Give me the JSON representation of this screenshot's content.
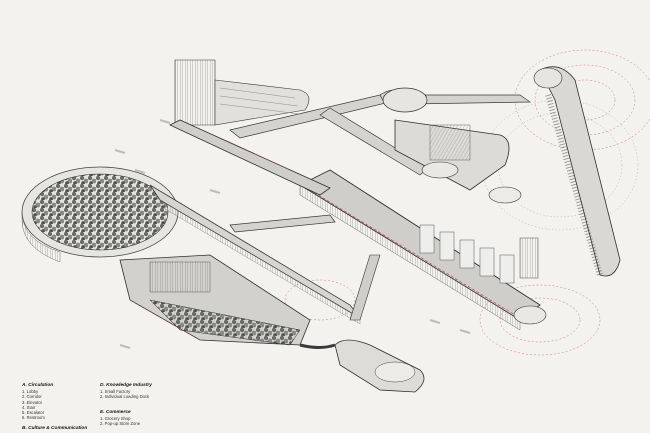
{
  "legend": {
    "a": {
      "title": "A. Circulation",
      "items": [
        "1. Lobby",
        "2. Corridor",
        "3. Elevator",
        "4. Stair",
        "5. Escalator",
        "6. Restroom"
      ]
    },
    "b": {
      "title": "B. Culture & Communication"
    },
    "d": {
      "title": "D. Knowledge Industry",
      "items": [
        "1. Small Factory",
        "2. Individual Loading Dock"
      ]
    },
    "e": {
      "title": "E. Commerce",
      "items": [
        "1. Grocery Shop",
        "2. Pop-up Store Zone"
      ]
    }
  },
  "colors": {
    "background": "#f3f2ef",
    "slab": "#d6d5d2",
    "slab_edge": "#3a3a3a",
    "red_dash": "#c8373a",
    "tree": "#5a5a58"
  }
}
